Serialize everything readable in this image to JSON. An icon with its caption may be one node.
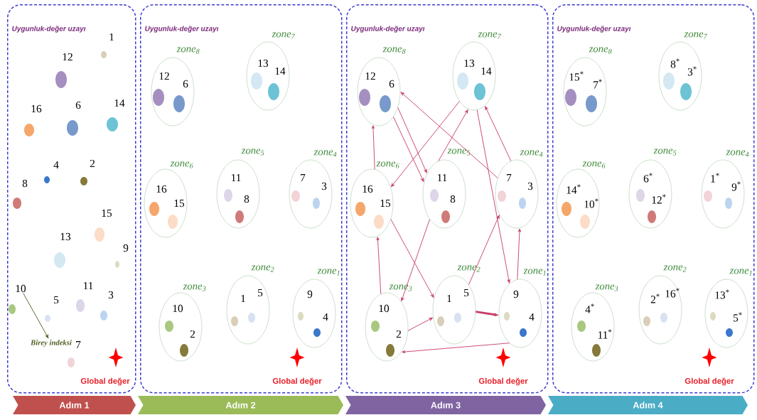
{
  "diagram": {
    "nodes": [
      {
        "text": [
          "Uygunluk-değer uzayı",
          "Global değer"
        ]
      },
      {
        "text": [
          "1"
        ],
        "in": 0
      },
      {
        "text": [
          "12"
        ],
        "in": 0
      },
      {
        "text": [
          "16"
        ],
        "in": 0
      },
      {
        "text": [
          "6"
        ],
        "in": 0
      },
      {
        "text": [
          "14"
        ],
        "in": 0
      },
      {
        "text": [
          "4"
        ],
        "in": 0
      },
      {
        "text": [
          "2"
        ],
        "in": 0
      },
      {
        "text": [
          "8"
        ],
        "in": 0
      },
      {
        "text": [
          "15"
        ],
        "in": 0
      },
      {
        "text": [
          "13"
        ],
        "in": 0
      },
      {
        "text": [
          "9"
        ],
        "in": 0
      },
      {
        "text": [
          "10"
        ],
        "in": 0
      },
      {
        "text": [
          "11"
        ],
        "in": 0
      },
      {
        "text": [
          "5"
        ],
        "in": 0
      },
      {
        "text": [
          "3"
        ],
        "in": 0
      },
      {
        "text": [
          "7"
        ],
        "in": 0
      },
      {
        "text": [
          "Birey indeksi"
        ],
        "in": 0
      },
      {
        "text": [
          "Uygunluk-değer uzayı",
          "Global değer"
        ]
      },
      {
        "text": [
          "zone$_{8}$",
          "12",
          "6"
        ],
        "in": 18
      },
      {
        "text": [
          "zone$_{7}$",
          "13",
          "14"
        ],
        "in": 18
      },
      {
        "text": [
          "zone$_{6}$",
          "16",
          "15"
        ],
        "in": 18
      },
      {
        "text": [
          "zone$_{5}$",
          "11",
          "8"
        ],
        "in": 18
      },
      {
        "text": [
          "zone$_{4}$",
          "7",
          "3"
        ],
        "in": 18
      },
      {
        "text": [
          "zone$_{3}$",
          "10",
          "2"
        ],
        "in": 18
      },
      {
        "text": [
          "zone$_{2}$",
          "1",
          "5"
        ],
        "in": 18
      },
      {
        "text": [
          "zone$_{1}$",
          "9",
          "4"
        ],
        "in": 18
      },
      {
        "text": [
          "Uygunluk-değer uzayı",
          "Global değer"
        ]
      },
      {
        "text": [
          "zone$_{8}$",
          "12",
          "6"
        ],
        "in": 27
      },
      {
        "text": [
          "zone$_{7}$",
          "13",
          "14"
        ],
        "in": 27
      },
      {
        "text": [
          "zone$_{6}$",
          "16",
          "15"
        ],
        "in": 27
      },
      {
        "text": [
          "zone$_{5}$",
          "11",
          "8"
        ],
        "in": 27
      },
      {
        "text": [
          "zone$_{4}$",
          "7",
          "3"
        ],
        "in": 27
      },
      {
        "text": [
          "zone$_{3}$",
          "10",
          "2"
        ],
        "in": 27
      },
      {
        "text": [
          "zone$_{2}$",
          "1",
          "5"
        ],
        "in": 27
      },
      {
        "text": [
          "zone$_{1}$",
          "9",
          "4"
        ],
        "in": 27
      },
      {
        "text": [
          "Uygunluk-değer uzayı",
          "Global değer"
        ]
      },
      {
        "text": [
          "zone$_{8}$",
          "15$^{*}$",
          "7$^{*}$"
        ],
        "in": 36
      },
      {
        "text": [
          "zone$_{7}$",
          "8$^{*}$",
          "3$^{*}$"
        ],
        "in": 36
      },
      {
        "text": [
          "zone$_{6}$",
          "14$^{*}$",
          "10$^{*}$"
        ],
        "in": 36
      },
      {
        "text": [
          "zone$_{5}$",
          "6$^{*}$",
          "12$^{*}$"
        ],
        "in": 36
      },
      {
        "text": [
          "zone$_{4}$",
          "1$^{*}$",
          "9$^{*}$"
        ],
        "in": 36
      },
      {
        "text": [
          "zone$_{3}$",
          "4$^{*}$",
          "11$^{*}$"
        ],
        "in": 36
      },
      {
        "text": [
          "zone$_{2}$",
          "2$^{*}$",
          "16$^{*}$"
        ],
        "in": 36
      },
      {
        "text": [
          "zone$_{1}$",
          "13$^{*}$",
          "5$^{*}$"
        ],
        "in": 36
      },
      {
        "text": [
          "Adım 1"
        ]
      },
      {
        "text": [
          "Adım 2"
        ]
      },
      {
        "text": [
          "Adım 3"
        ]
      },
      {
        "text": [
          "Adım 4"
        ]
      }
    ],
    "edges": [
      {
        "from": 12,
        "to": 17,
        "arrow": "to",
        "color": "#4f5f20"
      },
      {
        "from": 28,
        "to": 31,
        "arrow": "to"
      },
      {
        "from": 28,
        "to": 31,
        "arrow": "to"
      },
      {
        "from": 29,
        "to": 30,
        "arrow": "to"
      },
      {
        "from": 32,
        "to": 28,
        "arrow": "to"
      },
      {
        "from": 32,
        "to": 29,
        "arrow": "to"
      },
      {
        "from": 31,
        "to": 29,
        "arrow": "to"
      },
      {
        "from": 29,
        "to": 35,
        "arrow": "to"
      },
      {
        "from": 33,
        "to": 30,
        "arrow": "to"
      },
      {
        "from": 30,
        "to": 28,
        "arrow": "to"
      },
      {
        "from": 30,
        "to": 34,
        "arrow": "to"
      },
      {
        "from": 31,
        "to": 33,
        "arrow": "to"
      },
      {
        "from": 34,
        "to": 32,
        "arrow": "to"
      },
      {
        "from": 35,
        "to": 32,
        "arrow": "to"
      },
      {
        "from": 34,
        "to": 35,
        "arrow": "to",
        "style": "thick"
      },
      {
        "from": 33,
        "to": 34,
        "arrow": "to"
      },
      {
        "from": 35,
        "to": 33,
        "arrow": "to"
      }
    ]
  }
}
